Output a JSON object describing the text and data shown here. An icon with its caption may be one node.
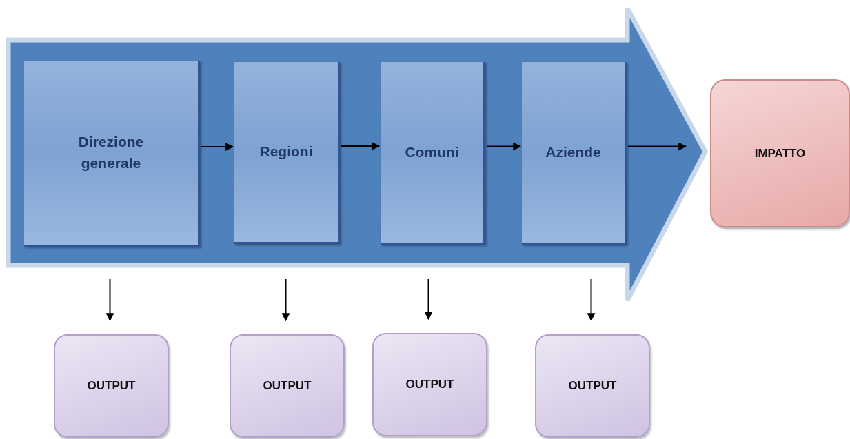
{
  "diagram": {
    "nodes": [
      {
        "text": [],
        "shape": "arrow"
      },
      {
        "text": [
          "Direzione generale"
        ],
        "in": 0
      },
      {
        "text": [
          "Regioni"
        ],
        "in": 0
      },
      {
        "text": [
          "Comuni"
        ],
        "in": 0
      },
      {
        "text": [
          "Aziende"
        ],
        "in": 0
      },
      {
        "text": [
          "IMPATTO"
        ]
      },
      {
        "text": [
          "OUTPUT"
        ]
      },
      {
        "text": [
          "OUTPUT"
        ]
      },
      {
        "text": [
          "OUTPUT"
        ]
      },
      {
        "text": [
          "OUTPUT"
        ]
      }
    ],
    "edges": [
      {
        "from": 1,
        "to": 2,
        "arrow": "to"
      },
      {
        "from": 2,
        "to": 3,
        "arrow": "to"
      },
      {
        "from": 3,
        "to": 4,
        "arrow": "to"
      },
      {
        "from": 4,
        "to": null,
        "arrow": "to"
      },
      {
        "from": null,
        "to": 6,
        "arrow": "to"
      },
      {
        "from": null,
        "to": 7,
        "arrow": "to"
      },
      {
        "from": null,
        "to": 8,
        "arrow": "to"
      },
      {
        "from": null,
        "to": 9,
        "arrow": "to"
      }
    ]
  }
}
